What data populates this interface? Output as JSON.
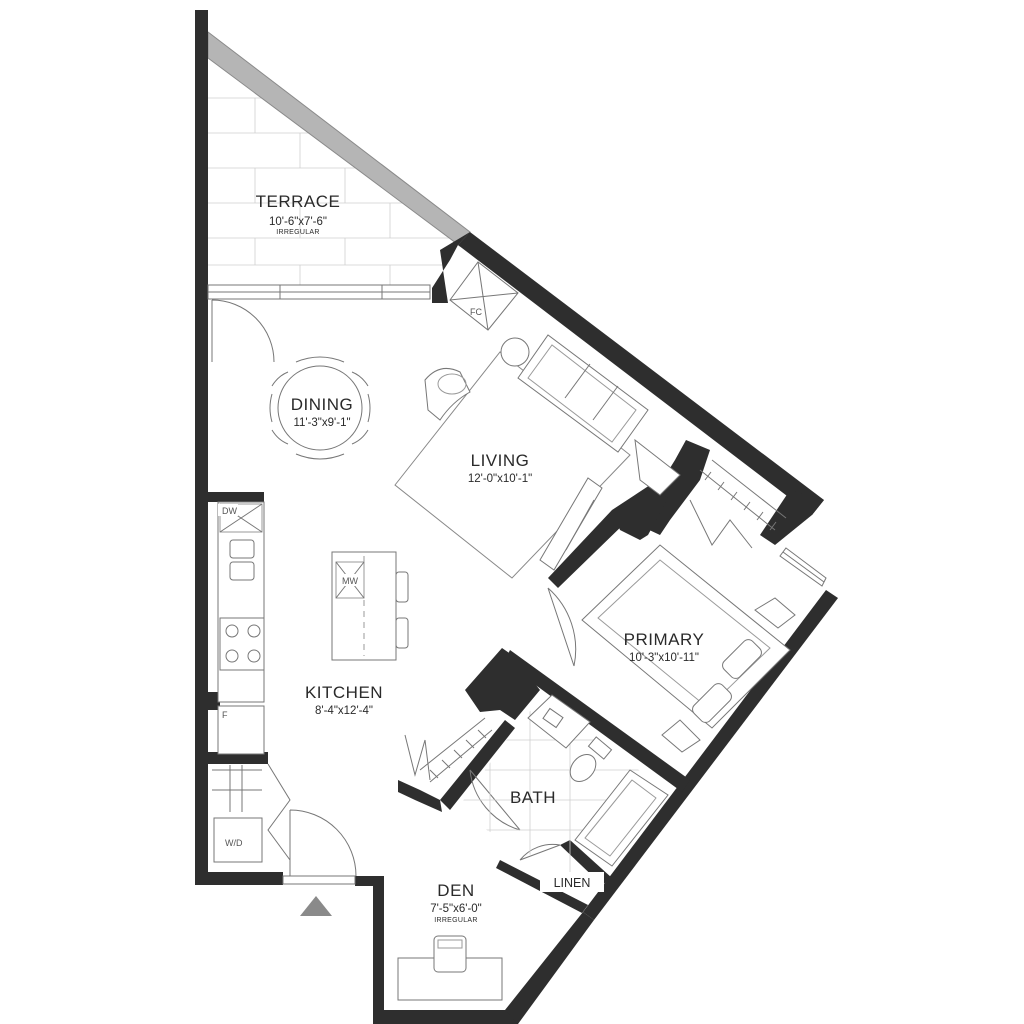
{
  "rooms": {
    "terrace": {
      "name": "TERRACE",
      "dims": "10'-6\"x7'-6\"",
      "note": "IRREGULAR"
    },
    "dining": {
      "name": "DINING",
      "dims": "11'-3\"x9'-1\""
    },
    "living": {
      "name": "LIVING",
      "dims": "12'-0\"x10'-1\""
    },
    "kitchen": {
      "name": "KITCHEN",
      "dims": "8'-4\"x12'-4\""
    },
    "primary": {
      "name": "PRIMARY",
      "dims": "10'-3\"x10'-11\""
    },
    "bath": {
      "name": "BATH"
    },
    "den": {
      "name": "DEN",
      "dims": "7'-5\"x6'-0\"",
      "note": "IRREGULAR"
    },
    "linen": {
      "name": "LINEN"
    }
  },
  "fixtures": {
    "fc": "FC",
    "dw": "DW",
    "mw": "MW",
    "fridge": "F",
    "washer_dryer": "W/D"
  },
  "colors": {
    "wall": "#2e2e2e",
    "terrace_rail": "#b5b5b5",
    "line": "#777777",
    "text": "#2a2a2a"
  }
}
